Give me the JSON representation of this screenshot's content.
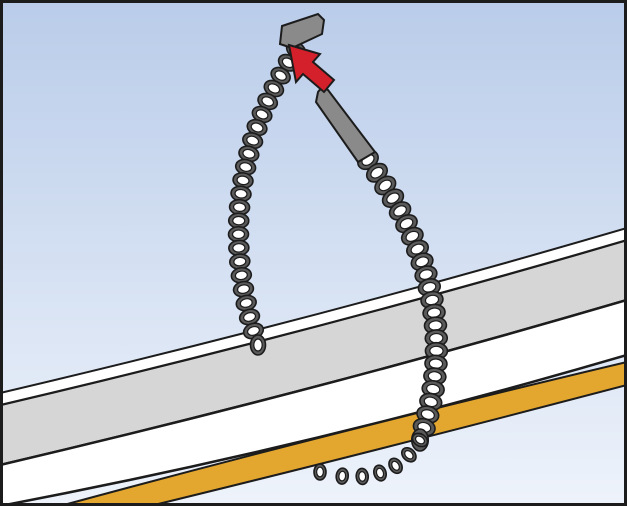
{
  "illustration": {
    "subject": "cable-tie-wrapped-around-rim",
    "arrow_direction": "insert-tip-into-head",
    "colors": {
      "sky_top": "#b9cce9",
      "sky_bottom": "#eef3fb",
      "frame": "#1c1c1c",
      "rim_band": "#d6d6d6",
      "rim_white": "#ffffff",
      "accent_stripe": "#e3a62e",
      "tie_body": "#5a5a5a",
      "tie_tail": "#8a8a8a",
      "arrow": "#d4202a"
    },
    "icons": [
      "cable-tie",
      "insert-arrow"
    ]
  }
}
